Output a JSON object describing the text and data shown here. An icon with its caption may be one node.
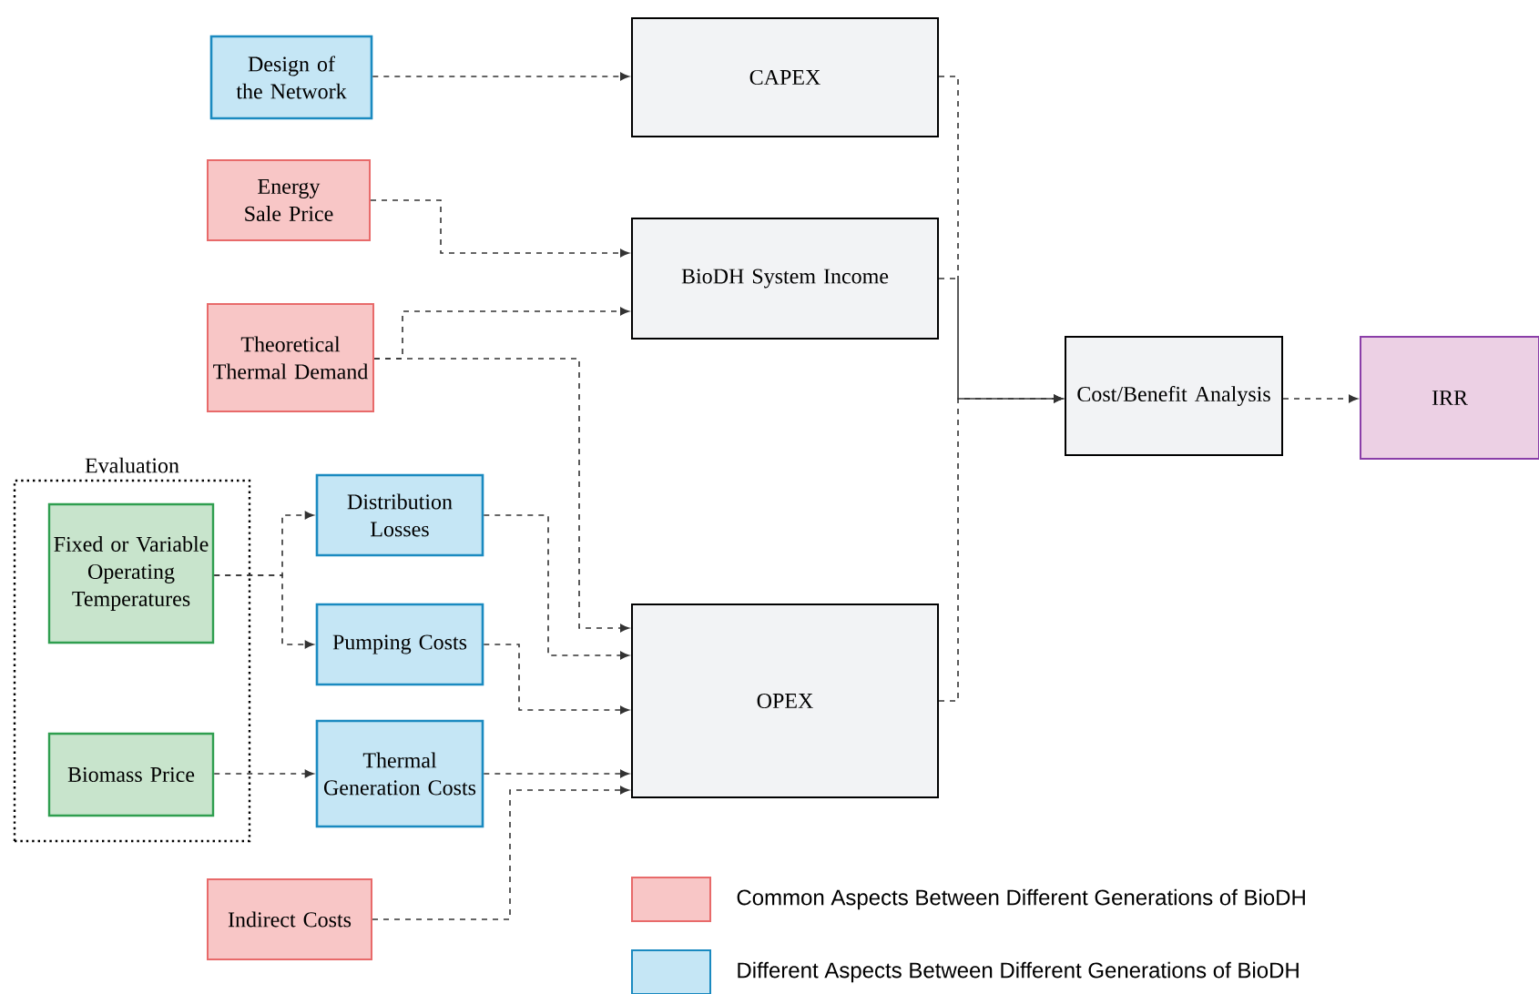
{
  "diagram": {
    "nodes": [
      {
        "text": [
          "Design of the Network"
        ]
      },
      {
        "text": [
          "Energy Sale Price"
        ]
      },
      {
        "text": [
          "Theoretical Thermal Demand"
        ]
      },
      {
        "text": [
          "Evaluation"
        ]
      },
      {
        "text": [
          "Fixed or Variable Operating Temperatures"
        ],
        "in": 3
      },
      {
        "text": [
          "Biomass Price"
        ],
        "in": 3
      },
      {
        "text": [
          "Distribution Losses"
        ]
      },
      {
        "text": [
          "Pumping Costs"
        ]
      },
      {
        "text": [
          "Thermal Generation Costs"
        ]
      },
      {
        "text": [
          "Indirect Costs"
        ]
      },
      {
        "text": [
          "CAPEX"
        ]
      },
      {
        "text": [
          "BioDH System Income"
        ]
      },
      {
        "text": [
          "OPEX"
        ]
      },
      {
        "text": [
          "Cost/Benefit Analysis"
        ]
      },
      {
        "text": [
          "IRR"
        ]
      }
    ],
    "edges": [
      {
        "from": 0,
        "to": 10,
        "arrow": "to",
        "style": "dashed"
      },
      {
        "from": 1,
        "to": 11,
        "arrow": "to",
        "style": "dashed"
      },
      {
        "from": 2,
        "to": 11,
        "arrow": "to",
        "style": "dashed"
      },
      {
        "from": 2,
        "to": 12,
        "arrow": "to",
        "style": "dashed"
      },
      {
        "from": 4,
        "to": 6,
        "arrow": "to",
        "style": "dashed"
      },
      {
        "from": 4,
        "to": 7,
        "arrow": "to",
        "style": "dashed"
      },
      {
        "from": 5,
        "to": 8,
        "arrow": "to",
        "style": "dashed"
      },
      {
        "from": 6,
        "to": 12,
        "arrow": "to",
        "style": "dashed"
      },
      {
        "from": 7,
        "to": 12,
        "arrow": "to",
        "style": "dashed"
      },
      {
        "from": 8,
        "to": 12,
        "arrow": "to",
        "style": "dashed"
      },
      {
        "from": 9,
        "to": 12,
        "arrow": "to",
        "style": "dashed"
      },
      {
        "from": 10,
        "to": 13,
        "arrow": "to",
        "style": "dashed"
      },
      {
        "from": 11,
        "to": 13,
        "arrow": "to",
        "style": "dashed"
      },
      {
        "from": 12,
        "to": 13,
        "arrow": "to",
        "style": "dashed"
      },
      {
        "from": 13,
        "to": 14,
        "arrow": "to",
        "style": "dashed"
      }
    ],
    "legend": [
      {
        "text": "Common Aspects Between Different Generations of BioDH",
        "color": "#f8c6c6"
      },
      {
        "text": "Different Aspects Between Different Generations of BioDH",
        "color": "#c5e6f5"
      }
    ]
  }
}
